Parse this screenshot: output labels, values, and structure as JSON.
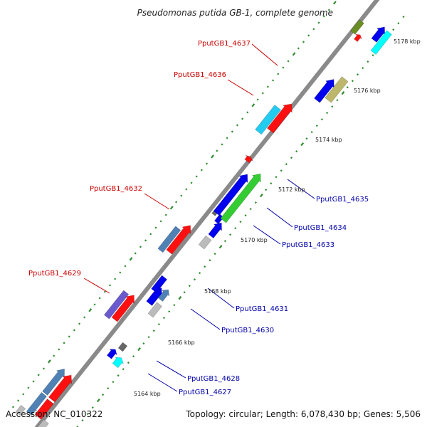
{
  "title": "Pseudomonas putida GB-1, complete genome",
  "footer": {
    "accession": "Accession: NC_010322",
    "summary": "Topology: circular; Length: 6,078,430 bp; Genes: 5,506"
  },
  "colors": {
    "backbone": "#8a8a8a",
    "tick": "#2e8b2e",
    "label_top": "#cc0000",
    "label_bottom": "#0000aa",
    "blue": "#0000ee",
    "red": "#ff1010",
    "steel": "#4f81b5",
    "cyan": "#22ccf0",
    "aqua": "#00ffff",
    "green": "#33cc33",
    "gray": "#bbbbbb",
    "darkgray": "#666666",
    "purple": "#6a5acd",
    "olive": "#bdb76b",
    "darkolive": "#6b8e23"
  },
  "kbp_labels": [
    "5164 kbp",
    "5166 kbp",
    "5168 kbp",
    "5170 kbp",
    "5172 kbp",
    "5174 kbp",
    "5176 kbp",
    "5178 kbp"
  ],
  "gene_labels_top": [
    "PputGB1_4637",
    "PputGB1_4636",
    "PputGB1_4632",
    "PputGB1_4629"
  ],
  "gene_labels_bottom": [
    "PputGB1_4635",
    "PputGB1_4634",
    "PputGB1_4633",
    "PputGB1_4631",
    "PputGB1_4630",
    "PputGB1_4628",
    "PputGB1_4627"
  ]
}
